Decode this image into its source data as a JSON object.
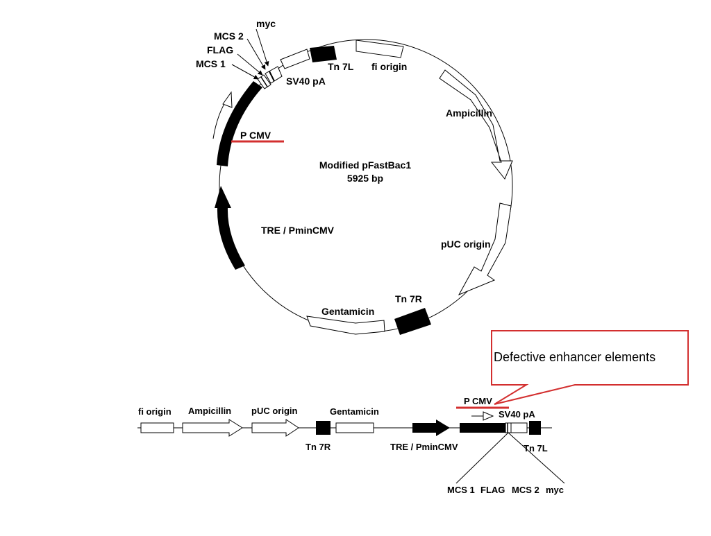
{
  "plasmid": {
    "name": "Modified pFastBac1",
    "size": "5925 bp",
    "features": {
      "myc": "myc",
      "mcs2": "MCS 2",
      "flag": "FLAG",
      "mcs1": "MCS 1",
      "tn7l": "Tn 7L",
      "fi_origin": "fi origin",
      "sv40pa": "SV40 pA",
      "ampicillin": "Ampicillin",
      "pcmv": "P CMV",
      "tre": "TRE / PminCMV",
      "puc": "pUC origin",
      "tn7r": "Tn 7R",
      "gentamicin": "Gentamicin"
    }
  },
  "linear": {
    "fi_origin": "fi origin",
    "ampicillin": "Ampicillin",
    "puc": "pUC origin",
    "gentamicin": "Gentamicin",
    "tn7r": "Tn 7R",
    "tre": "TRE / PminCMV",
    "pcmv": "P CMV",
    "sv40pa": "SV40 pA",
    "tn7l": "Tn 7L",
    "mcs1": "MCS 1",
    "flag": "FLAG",
    "mcs2": "MCS 2",
    "myc": "myc"
  },
  "callout": {
    "text": "Defective enhancer elements"
  },
  "colors": {
    "highlight": "#d32f2f",
    "feature_fill": "#000000",
    "outline": "#000000"
  }
}
